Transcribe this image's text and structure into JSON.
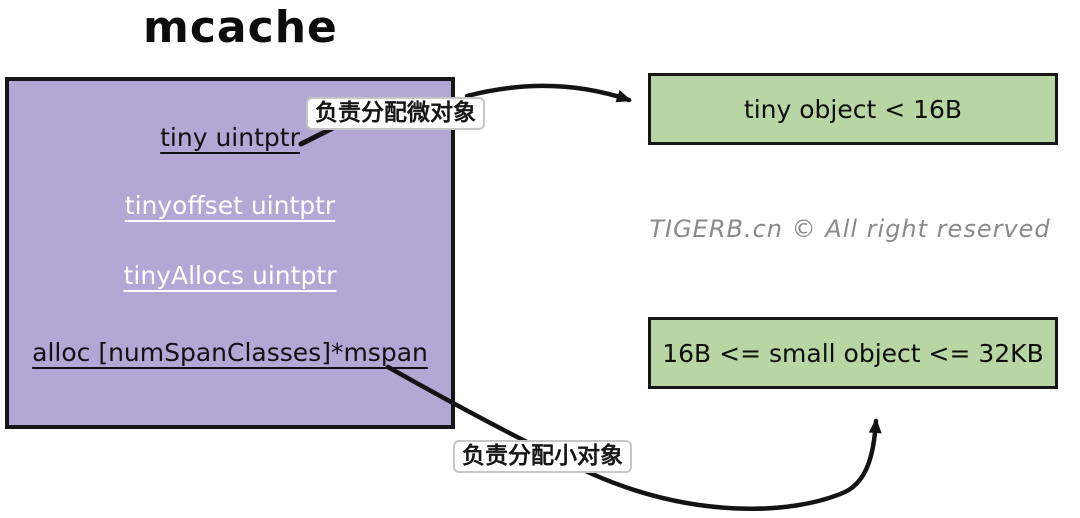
{
  "title": "mcache",
  "colors": {
    "struct_fill": "#b3a8d5",
    "result_fill": "#b8d6a4",
    "stroke": "#131313",
    "watermark": "#8a8a8a",
    "field_text_dark": "#111111",
    "field_text_light": "#ffffff"
  },
  "struct_box": {
    "fields": [
      {
        "label": "tiny uintptr",
        "emphasis": "dark"
      },
      {
        "label": "tinyoffset uintptr",
        "emphasis": "light"
      },
      {
        "label": "tinyAllocs uintptr",
        "emphasis": "light"
      },
      {
        "label": "alloc [numSpanClasses]*mspan",
        "emphasis": "dark"
      }
    ]
  },
  "callouts": {
    "micro_objects": "负责分配微对象",
    "small_objects": "负责分配小对象"
  },
  "result_boxes": {
    "tiny": "tiny object < 16B",
    "small": "16B <= small object <= 32KB"
  },
  "watermark": "TIGERB.cn © All right reserved"
}
